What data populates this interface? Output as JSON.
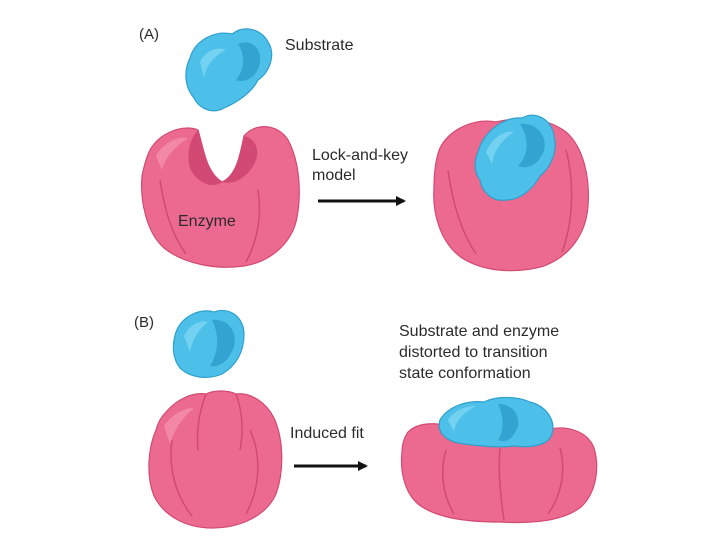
{
  "colors": {
    "enzyme": "#ec6a8f",
    "enzyme_dark": "#d24a73",
    "enzyme_light": "#f48fab",
    "substrate": "#4cc0e8",
    "substrate_dark": "#2f9fcc",
    "substrate_light": "#7dd4f2",
    "arrow": "#111111",
    "text": "#2b2b2b"
  },
  "panel_a": {
    "label": "(A)",
    "substrate_label": "Substrate",
    "enzyme_label": "Enzyme",
    "model_line1": "Lock-and-key",
    "model_line2": "model"
  },
  "panel_b": {
    "label": "(B)",
    "model_label": "Induced fit",
    "result_line1": "Substrate and enzyme",
    "result_line2": "distorted to transition",
    "result_line3": "state conformation"
  }
}
